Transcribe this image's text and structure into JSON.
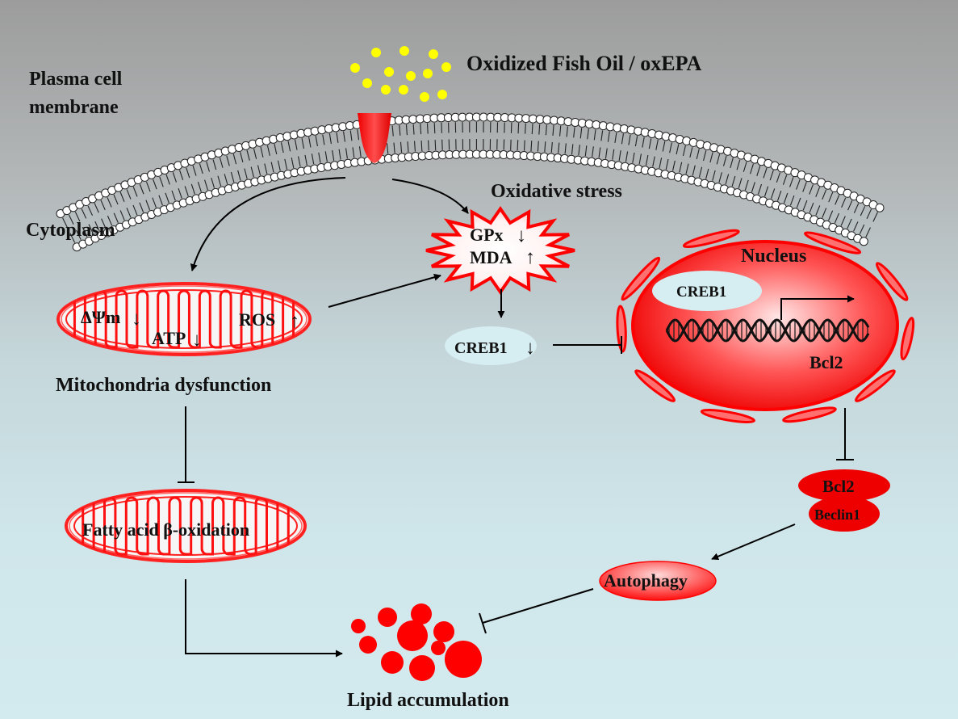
{
  "labels": {
    "ligand": "Oxidized Fish Oil / oxEPA",
    "membrane_line1": "Plasma cell",
    "membrane_line2": "membrane",
    "cytoplasm": "Cytoplasm",
    "oxidative_stress": "Oxidative stress",
    "gpx": "GPx",
    "mda": "MDA",
    "mito_dpsi": "ΔΨm",
    "mito_atp": "ATP",
    "mito_ros": "ROS",
    "mito_dysfunction": "Mitochondria dysfunction",
    "creb1_cyto": "CREB1",
    "nucleus": "Nucleus",
    "creb1_nuc": "CREB1",
    "bcl2_gene": "Bcl2",
    "bcl2_protein": "Bcl2",
    "beclin1": "Beclin1",
    "autophagy": "Autophagy",
    "fatty_acid": "Fatty acid β-oxidation",
    "lipid": "Lipid accumulation"
  },
  "arrows": {
    "down": "↓",
    "up": "↑"
  },
  "colors": {
    "accent_red": "#ff0000",
    "dot_yellow": "#ffff00",
    "oval_blue": "#d6eef2"
  }
}
